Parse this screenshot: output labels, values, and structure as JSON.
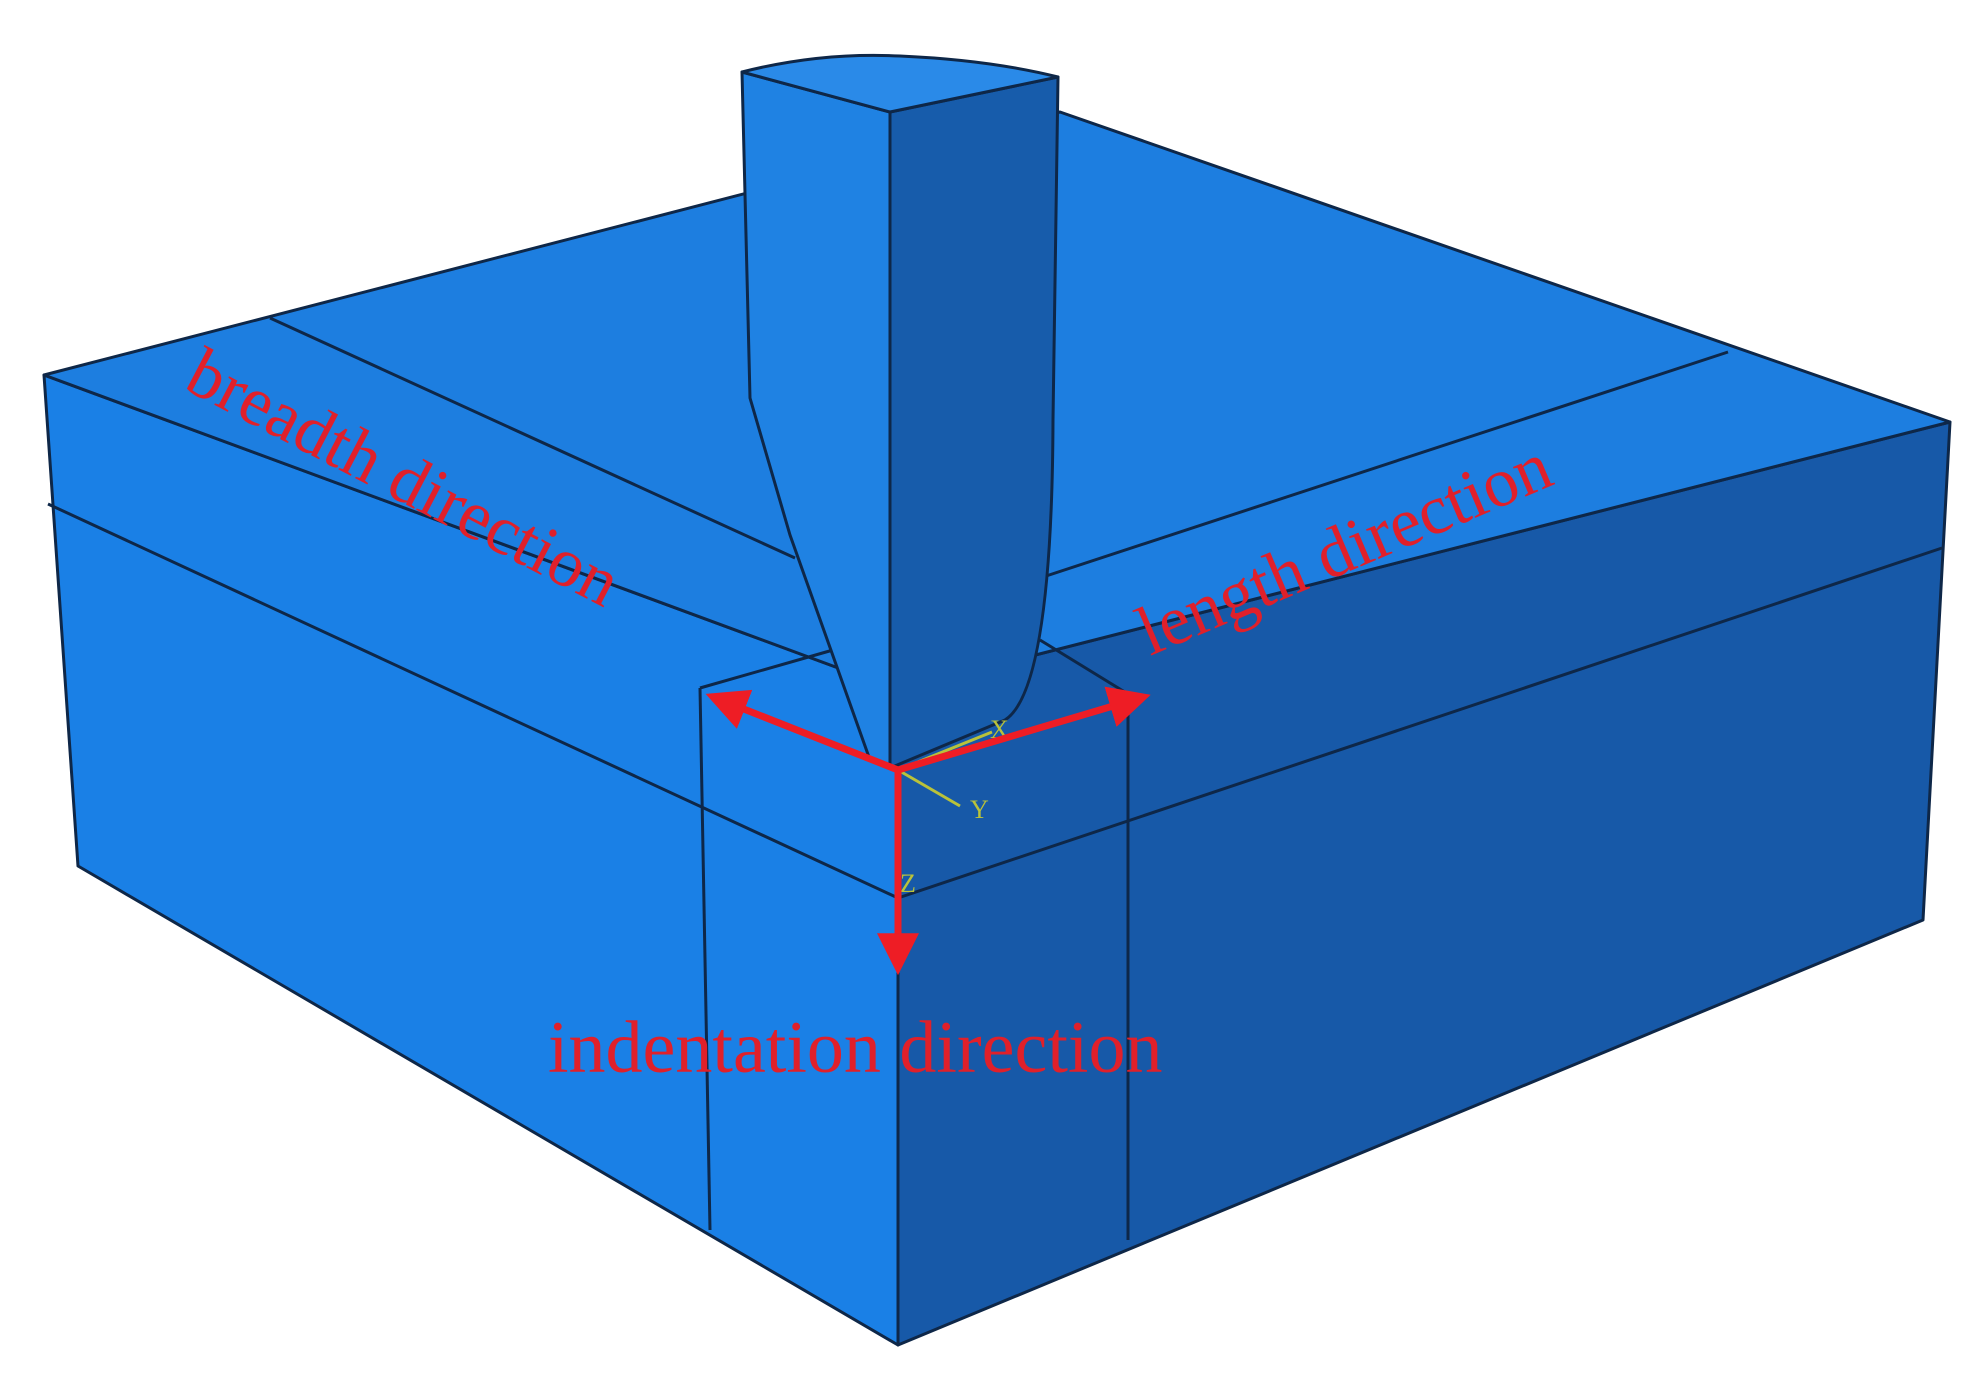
{
  "labels": {
    "breadth": "breadth direction",
    "length": "length direction",
    "indentation": "indentation direction"
  },
  "axes": {
    "x": "X",
    "y": "Y",
    "z": "Z"
  },
  "colors": {
    "top_face": "#1d7ee0",
    "front_face": "#1a80e6",
    "right_face": "#1759a8",
    "indenter_light": "#1f82e3",
    "indenter_dark": "#175cab",
    "edge": "#0e2748",
    "label": "#e0202a",
    "arrow": "#ee1d25",
    "triad": "#b9c23a"
  }
}
